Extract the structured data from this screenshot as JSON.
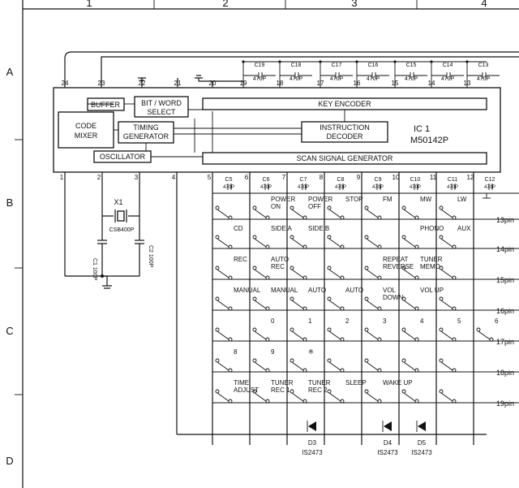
{
  "grid": {
    "columns": [
      "1",
      "2",
      "3",
      "4"
    ],
    "rows": [
      "A",
      "B",
      "C",
      "D"
    ]
  },
  "ic": {
    "designator": "IC 1",
    "part": "M50142P",
    "blocks": {
      "buffer": "BUFFER",
      "bitword_1": "BIT / WORD",
      "bitword_2": "SELECT",
      "code_1": "CODE",
      "code_2": "MIXER",
      "timing_1": "TIMING",
      "timing_2": "GENERATOR",
      "oscillator": "OSCILLATOR",
      "key_encoder": "KEY  ENCODER",
      "instr_1": "INSTRUCTION",
      "instr_2": "DECODER",
      "scan": "SCAN  SIGNAL  GENERATOR"
    },
    "top_pins": [
      "24",
      "23",
      "22",
      "21",
      "20",
      "19",
      "18",
      "17",
      "16",
      "15",
      "14",
      "13"
    ],
    "bottom_pins": [
      "1",
      "2",
      "3",
      "4",
      "5",
      "6",
      "7",
      "8",
      "9",
      "10",
      "11",
      "12"
    ]
  },
  "top_caps": [
    {
      "name": "C19",
      "value": "470P"
    },
    {
      "name": "C18",
      "value": "470P"
    },
    {
      "name": "C17",
      "value": "470P"
    },
    {
      "name": "C16",
      "value": "470P"
    },
    {
      "name": "C15",
      "value": "470P"
    },
    {
      "name": "C14",
      "value": "470P"
    },
    {
      "name": "C13",
      "value": "470P"
    }
  ],
  "bottom_caps": [
    {
      "name": "C5",
      "value": "470P"
    },
    {
      "name": "C6",
      "value": "470P"
    },
    {
      "name": "C7",
      "value": "470P"
    },
    {
      "name": "C8",
      "value": "470P"
    },
    {
      "name": "C9",
      "value": "470P"
    },
    {
      "name": "C10",
      "value": "470P"
    },
    {
      "name": "C11",
      "value": "470P"
    },
    {
      "name": "C12",
      "value": "470P"
    }
  ],
  "crystal": {
    "name": "X1",
    "part": "CSB400P"
  },
  "osc_caps": [
    {
      "name": "C1",
      "value": "100P"
    },
    {
      "name": "C2",
      "value": "100P"
    }
  ],
  "pins": [
    "13pin",
    "14pin",
    "15pin",
    "16pin",
    "17pin",
    "18pin",
    "19pin"
  ],
  "keys": [
    [
      "",
      "POWER|ON",
      "POWER|OFF",
      "STOP",
      "FM",
      "MW",
      "LW"
    ],
    [
      "CD",
      "SIDE A",
      "SIDE B",
      "",
      "",
      "PHONO",
      "AUX"
    ],
    [
      "REC",
      "AUTO|REC",
      "",
      "",
      "REPEAT|REVERSE",
      "TUNER|MEMO",
      ""
    ],
    [
      "MANUAL",
      "MANUAL",
      "AUTO",
      "AUTO",
      "VOL|DOWN",
      "VOL  UP",
      ""
    ],
    [
      "",
      "0",
      "1",
      "2",
      "3",
      "4",
      "5",
      "6",
      "7"
    ],
    [
      "8",
      "9",
      "※",
      "",
      "",
      "",
      ""
    ],
    [
      "TIME|ADJUST",
      "TUNER|REC 1",
      "TUNER|REC 2",
      "SLEEP",
      "WAKE UP",
      "",
      ""
    ]
  ],
  "diodes": [
    {
      "name": "D3",
      "part": "IS2473"
    },
    {
      "name": "D4",
      "part": "IS2473"
    },
    {
      "name": "D5",
      "part": "IS2473"
    }
  ]
}
